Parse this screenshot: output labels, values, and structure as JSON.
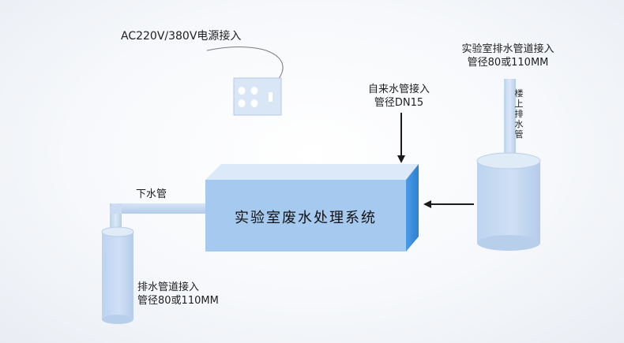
{
  "power": {
    "label": "AC220V/380V电源接入"
  },
  "tap_water": {
    "title": "自来水管接入",
    "spec": "管径DN15"
  },
  "lab_drain": {
    "title": "实验室排水管道接入",
    "spec": "管径80或110MM"
  },
  "upstairs_pipe": {
    "label": "楼\n上\n排\n水\n管"
  },
  "downpipe": {
    "label": "下水管"
  },
  "outlet": {
    "title": "排水管道接入",
    "spec": "管径80或110MM"
  },
  "system": {
    "label": "实验室废水处理系统"
  }
}
